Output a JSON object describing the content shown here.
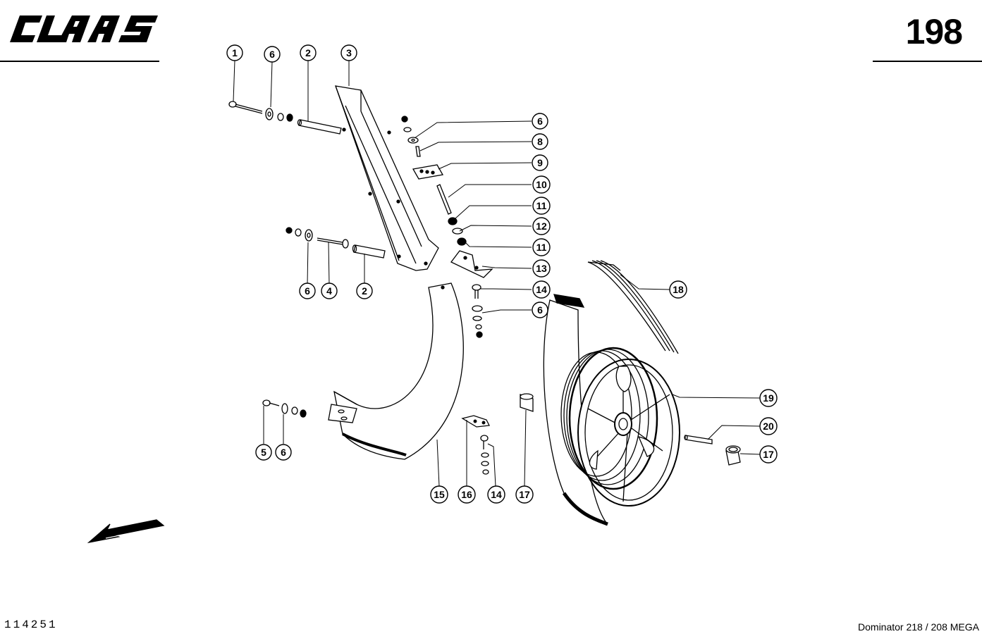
{
  "header": {
    "brand": "CLAAS",
    "page_number": "198"
  },
  "footer": {
    "drawing_number": "114251",
    "model": "Dominator 218 / 208 MEGA"
  },
  "callouts": [
    {
      "id": "c1",
      "label": "1"
    },
    {
      "id": "c6a",
      "label": "6"
    },
    {
      "id": "c2a",
      "label": "2"
    },
    {
      "id": "c3",
      "label": "3"
    },
    {
      "id": "c6b",
      "label": "6"
    },
    {
      "id": "c8",
      "label": "8"
    },
    {
      "id": "c9",
      "label": "9"
    },
    {
      "id": "c10",
      "label": "10"
    },
    {
      "id": "c11a",
      "label": "11"
    },
    {
      "id": "c12",
      "label": "12"
    },
    {
      "id": "c11b",
      "label": "11"
    },
    {
      "id": "c13",
      "label": "13"
    },
    {
      "id": "c14a",
      "label": "14"
    },
    {
      "id": "c6c",
      "label": "6"
    },
    {
      "id": "c6d",
      "label": "6"
    },
    {
      "id": "c4",
      "label": "4"
    },
    {
      "id": "c2b",
      "label": "2"
    },
    {
      "id": "c18",
      "label": "18"
    },
    {
      "id": "c19",
      "label": "19"
    },
    {
      "id": "c20",
      "label": "20"
    },
    {
      "id": "c17a",
      "label": "17"
    },
    {
      "id": "c5",
      "label": "5"
    },
    {
      "id": "c6e",
      "label": "6"
    },
    {
      "id": "c15",
      "label": "15"
    },
    {
      "id": "c16",
      "label": "16"
    },
    {
      "id": "c14b",
      "label": "14"
    },
    {
      "id": "c17b",
      "label": "17"
    }
  ]
}
